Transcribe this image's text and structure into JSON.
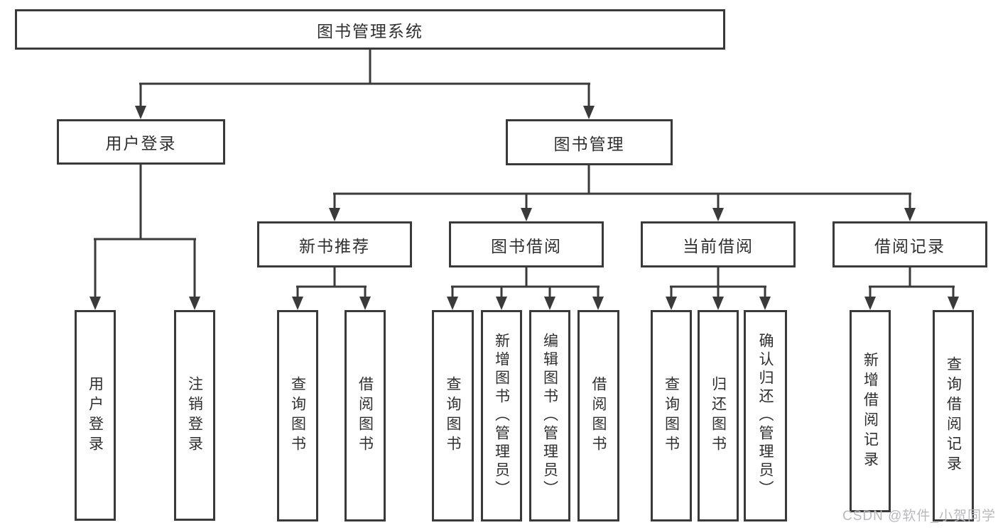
{
  "diagram": {
    "title_note": "Functional structure diagram of a library management system",
    "root": {
      "label": "图书管理系统"
    },
    "level2": [
      {
        "label": "用户登录"
      },
      {
        "label": "图书管理"
      }
    ],
    "level3": [
      {
        "label": "新书推荐",
        "parent": "图书管理"
      },
      {
        "label": "图书借阅",
        "parent": "图书管理"
      },
      {
        "label": "当前借阅",
        "parent": "图书管理"
      },
      {
        "label": "借阅记录",
        "parent": "图书管理"
      }
    ],
    "leaves": [
      {
        "label": "用户登录",
        "parent": "用户登录"
      },
      {
        "label": "注销登录",
        "parent": "用户登录"
      },
      {
        "label": "查询图书",
        "parent": "新书推荐"
      },
      {
        "label": "借阅图书",
        "parent": "新书推荐"
      },
      {
        "label": "查询图书",
        "parent": "图书借阅"
      },
      {
        "label": "新增图书（管理员）",
        "parent": "图书借阅"
      },
      {
        "label": "编辑图书（管理员）",
        "parent": "图书借阅"
      },
      {
        "label": "借阅图书",
        "parent": "图书借阅"
      },
      {
        "label": "查询图书",
        "parent": "当前借阅"
      },
      {
        "label": "归还图书",
        "parent": "当前借阅"
      },
      {
        "label": "确认归还（管理员）",
        "parent": "当前借阅"
      },
      {
        "label": "新增借阅记录",
        "parent": "借阅记录"
      },
      {
        "label": "查询借阅记录",
        "parent": "借阅记录"
      }
    ]
  },
  "watermark": {
    "text": "CSDN @软件_小贺同学"
  },
  "colors": {
    "line": "#3a3a3a",
    "text": "#2f2f2f",
    "watermark": "#b9b9bd",
    "background": "#ffffff"
  }
}
